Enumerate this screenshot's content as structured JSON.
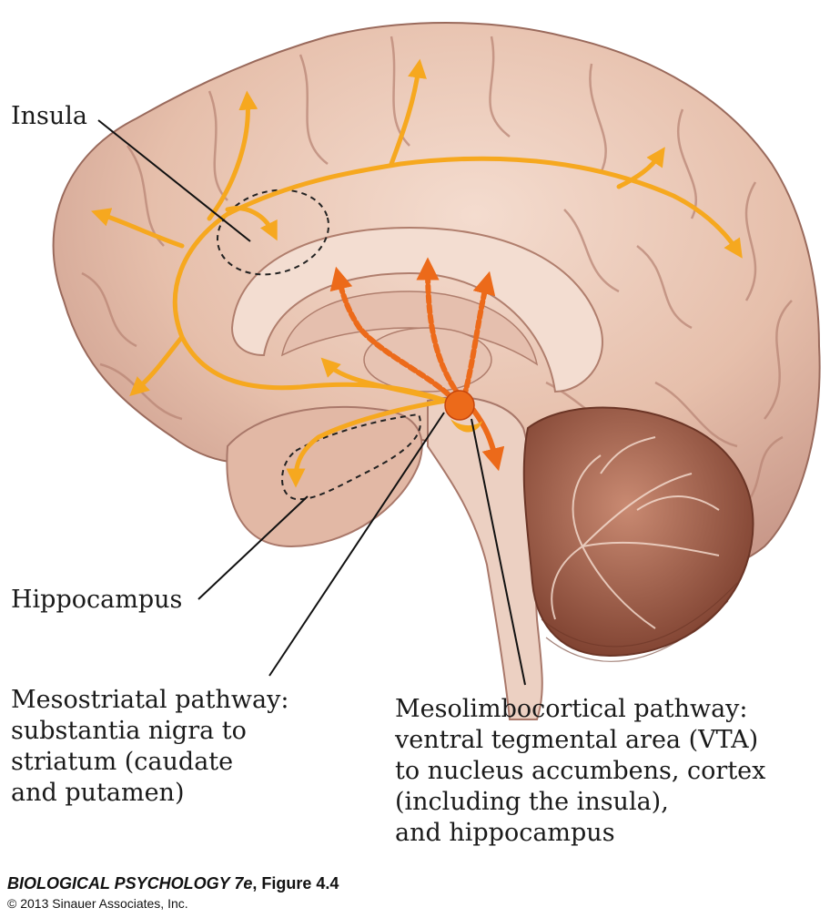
{
  "labels": {
    "insula": "Insula",
    "hippocampus": "Hippocampus",
    "mesostriatal": [
      "Mesostriatal pathway:",
      "substantia nigra to",
      "striatum (caudate",
      "and putamen)"
    ],
    "mesolimbocortical": [
      "Mesolimbocortical pathway:",
      "ventral tegmental area (VTA)",
      "to nucleus accumbens, cortex",
      "(including the insula),",
      "and hippocampus"
    ]
  },
  "caption": {
    "book": "BIOLOGICAL PSYCHOLOGY 7e",
    "figure": ", Figure 4.4",
    "copyright": "© 2013 Sinauer Associates, Inc."
  },
  "colors": {
    "cortical_pathway": "#f6a81f",
    "striatal_pathway": "#ec6a1a",
    "tissue": "#e9c6b4",
    "tissue_shadow": "#c59684",
    "cerebellum": "#8b4a38"
  }
}
